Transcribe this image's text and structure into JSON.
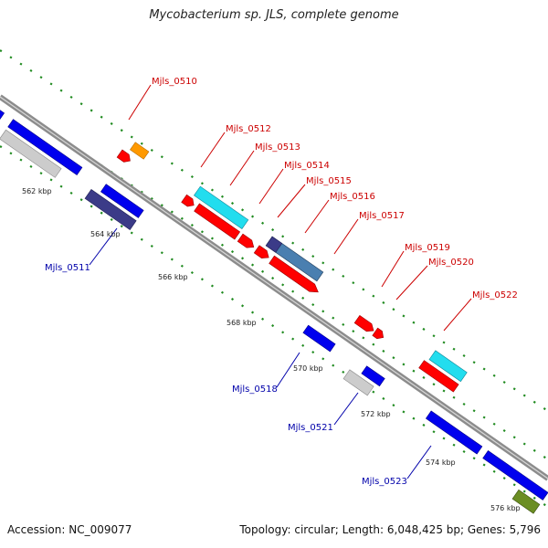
{
  "title": "Mycobacterium sp. JLS, complete genome",
  "footer": {
    "accession": "Accession: NC_009077",
    "summary": "Topology: circular; Length: 6,048,425 bp; Genes: 5,796"
  },
  "colors": {
    "backbone": "#8c8c8c",
    "dots": "#1f8a1f",
    "label_forward": "#cc0000",
    "label_reverse": "#0000aa",
    "red": "#ff0000",
    "orange": "#ff9900",
    "cyan": "#22ddee",
    "blue": "#0000ee",
    "navy": "#3b3b88",
    "gray": "#cccccc",
    "steel": "#4a7fb0",
    "olive": "#6b8e23"
  },
  "ticks": [
    "562 kbp",
    "564 kbp",
    "566 kbp",
    "568 kbp",
    "570 kbp",
    "572 kbp",
    "574 kbp",
    "576 kbp"
  ],
  "gene_labels": [
    {
      "text": "Mjls_0510",
      "strand": "forward"
    },
    {
      "text": "Mjls_0512",
      "strand": "forward"
    },
    {
      "text": "Mjls_0513",
      "strand": "forward"
    },
    {
      "text": "Mjls_0514",
      "strand": "forward"
    },
    {
      "text": "Mjls_0515",
      "strand": "forward"
    },
    {
      "text": "Mjls_0516",
      "strand": "forward"
    },
    {
      "text": "Mjls_0517",
      "strand": "forward"
    },
    {
      "text": "Mjls_0519",
      "strand": "forward"
    },
    {
      "text": "Mjls_0520",
      "strand": "forward"
    },
    {
      "text": "Mjls_0522",
      "strand": "forward"
    },
    {
      "text": "Mjls_0511",
      "strand": "reverse"
    },
    {
      "text": "Mjls_0518",
      "strand": "reverse"
    },
    {
      "text": "Mjls_0521",
      "strand": "reverse"
    },
    {
      "text": "Mjls_0523",
      "strand": "reverse"
    }
  ]
}
